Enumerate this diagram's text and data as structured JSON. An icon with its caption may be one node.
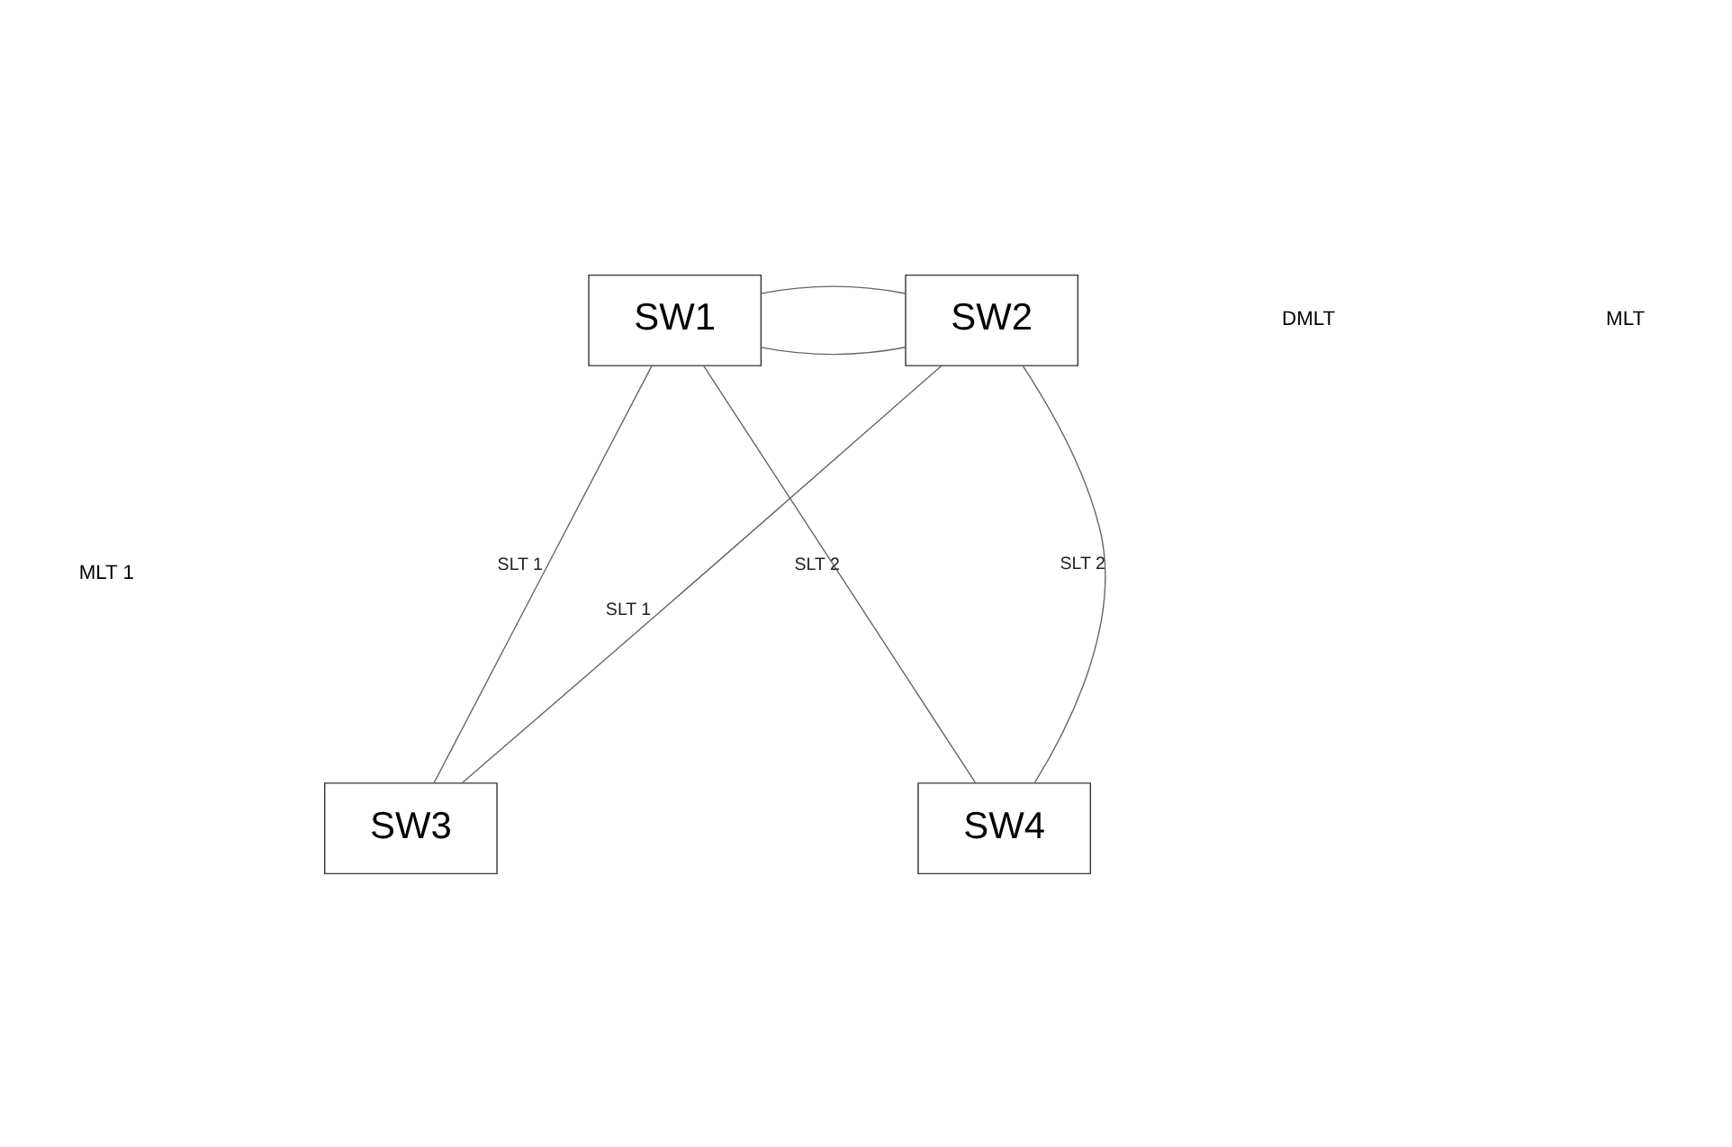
{
  "diagram": {
    "nodes": [
      {
        "text": [
          "SW1"
        ]
      },
      {
        "text": [
          "SW2"
        ]
      },
      {
        "text": [
          "SW3"
        ]
      },
      {
        "text": [
          "SW4"
        ]
      }
    ],
    "edges": [
      {
        "from": 0,
        "to": 1,
        "arrow": "none"
      },
      {
        "from": 0,
        "to": 1,
        "arrow": "none"
      },
      {
        "from": 0,
        "to": 2,
        "arrow": "none",
        "label": "SLT 1"
      },
      {
        "from": 0,
        "to": 3,
        "arrow": "none",
        "label": "SLT 2"
      },
      {
        "from": 1,
        "to": 2,
        "arrow": "none",
        "label": "SLT 1"
      },
      {
        "from": 1,
        "to": 3,
        "arrow": "none",
        "label": "SLT 2"
      }
    ],
    "labels": [
      "DMLT",
      "MLT",
      "MLT 1"
    ]
  }
}
